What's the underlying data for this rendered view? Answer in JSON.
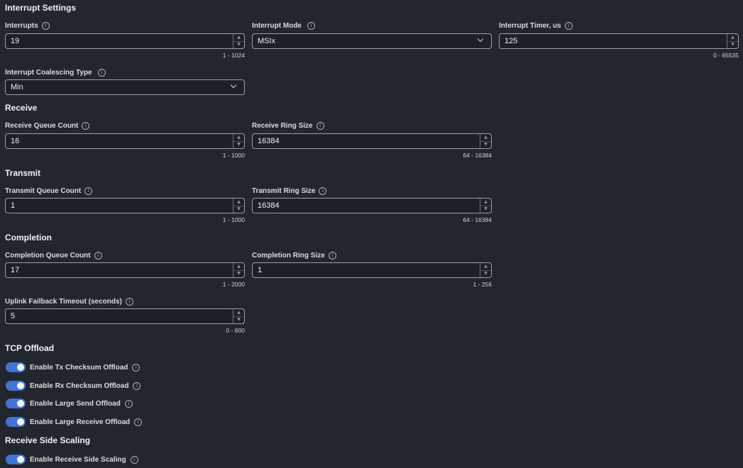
{
  "sections": {
    "interrupt": "Interrupt Settings",
    "receive": "Receive",
    "transmit": "Transmit",
    "completion": "Completion",
    "tcp": "TCP Offload",
    "rss": "Receive Side Scaling"
  },
  "fields": {
    "interrupts": {
      "label": "Interrupts",
      "value": "19",
      "range": "1 - 1024"
    },
    "interrupt_mode": {
      "label": "Interrupt Mode",
      "value": "MSIx"
    },
    "interrupt_timer": {
      "label": "Interrupt Timer, us",
      "value": "125",
      "range": "0 - 65535"
    },
    "coalescing_type": {
      "label": "Interrupt Coalescing Type",
      "value": "Min"
    },
    "receive_queue_count": {
      "label": "Receive Queue Count",
      "value": "16",
      "range": "1 - 1000"
    },
    "receive_ring_size": {
      "label": "Receive Ring Size",
      "value": "16384",
      "range": "64 - 16384"
    },
    "transmit_queue_count": {
      "label": "Transmit Queue Count",
      "value": "1",
      "range": "1 - 1000"
    },
    "transmit_ring_size": {
      "label": "Transmit Ring Size",
      "value": "16384",
      "range": "64 - 16384"
    },
    "completion_queue_count": {
      "label": "Completion Queue Count",
      "value": "17",
      "range": "1 - 2000"
    },
    "completion_ring_size": {
      "label": "Completion Ring Size",
      "value": "1",
      "range": "1 - 256"
    },
    "uplink_failback": {
      "label": "Uplink Failback Timeout (seconds)",
      "value": "5",
      "range": "0 - 600"
    }
  },
  "toggles": {
    "tx_checksum": {
      "label": "Enable Tx Checksum Offload",
      "on": true
    },
    "rx_checksum": {
      "label": "Enable Rx Checksum Offload",
      "on": true
    },
    "large_send": {
      "label": "Enable Large Send Offload",
      "on": true
    },
    "large_receive": {
      "label": "Enable Large Receive Offload",
      "on": true
    },
    "rss": {
      "label": "Enable Receive Side Scaling",
      "on": true
    }
  },
  "icons": {
    "info": "info-icon",
    "stepper": "stepper-arrows-icon",
    "dropdown": "chevron-down-icon"
  },
  "colors": {
    "background": "#22262d",
    "accent": "#3f74d8",
    "border": "#9aa1ab"
  }
}
